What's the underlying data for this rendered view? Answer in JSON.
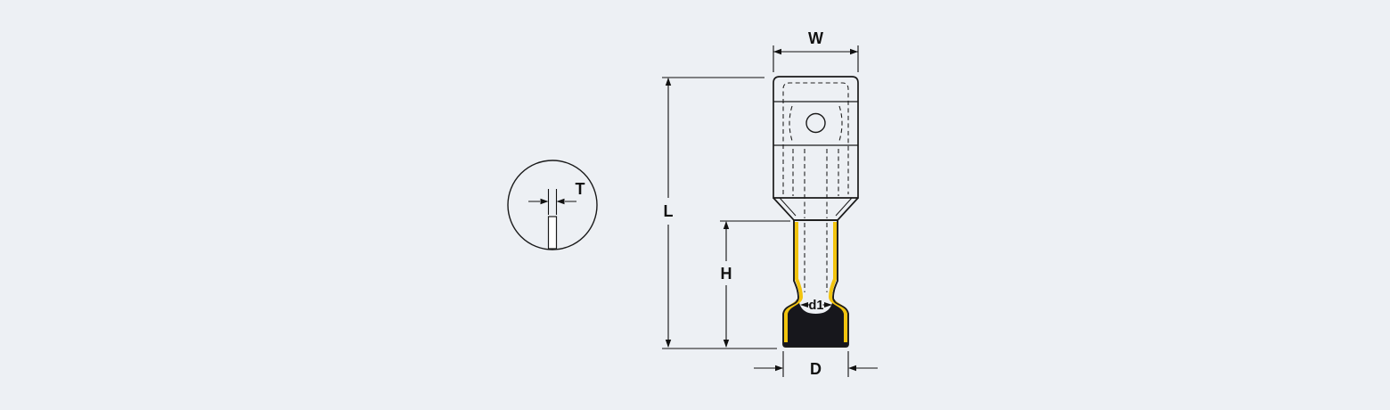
{
  "page": {
    "background_color": "#edf0f4"
  },
  "drawing": {
    "line_color": "#1a1a1a",
    "insulation_color": "#f2c40e",
    "insulation_dark_color": "#17171c",
    "body_fill_color": "#ffffff"
  },
  "dimensions": {
    "width": {
      "label": "W"
    },
    "length": {
      "label": "L"
    },
    "thickness": {
      "label": "T"
    },
    "insulation_height": {
      "label": "H"
    },
    "inner_diameter": {
      "label": "d1"
    },
    "outer_diameter": {
      "label": "D"
    }
  }
}
